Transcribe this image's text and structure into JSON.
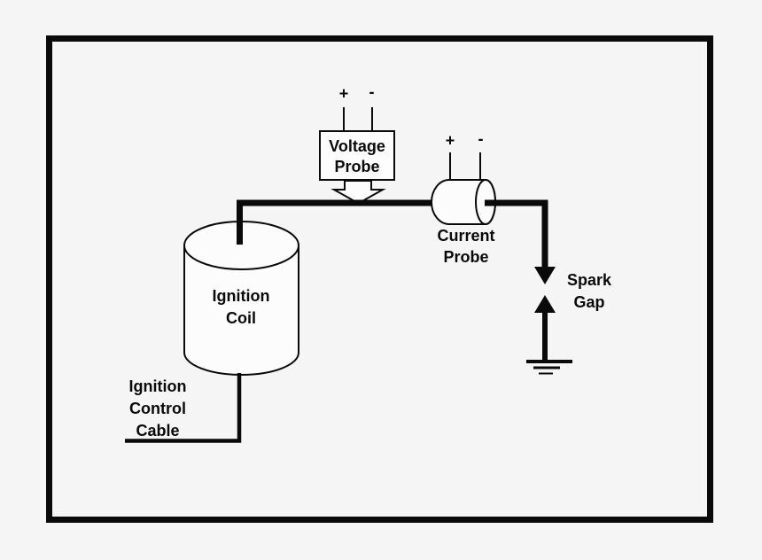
{
  "colors": {
    "ink": "#0a0a0a",
    "background": "#f5f5f6",
    "shape_fill": "#fcfcfc"
  },
  "diagram": {
    "voltage_probe": {
      "label": [
        "Voltage",
        "Probe"
      ],
      "terminals": {
        "positive": "+",
        "negative": "-"
      }
    },
    "current_probe": {
      "label": [
        "Current",
        "Probe"
      ],
      "terminals": {
        "positive": "+",
        "negative": "-"
      }
    },
    "ignition_coil": {
      "label": [
        "Ignition",
        "Coil"
      ]
    },
    "ignition_control_cable": {
      "label": [
        "Ignition",
        "Control",
        "Cable"
      ]
    },
    "spark_gap": {
      "label": [
        "Spark",
        "Gap"
      ]
    }
  }
}
